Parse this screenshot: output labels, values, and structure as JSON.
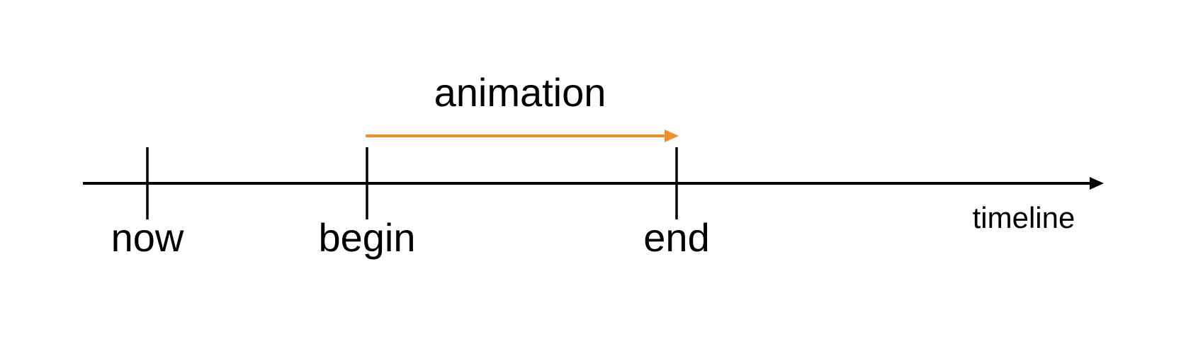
{
  "diagram": {
    "title": "animation",
    "axis_label": "timeline",
    "ticks": [
      {
        "key": "now",
        "label": "now"
      },
      {
        "key": "begin",
        "label": "begin"
      },
      {
        "key": "end",
        "label": "end"
      }
    ],
    "colors": {
      "axis": "#000000",
      "animation_arrow": "#f0902a",
      "text": "#000000"
    }
  }
}
